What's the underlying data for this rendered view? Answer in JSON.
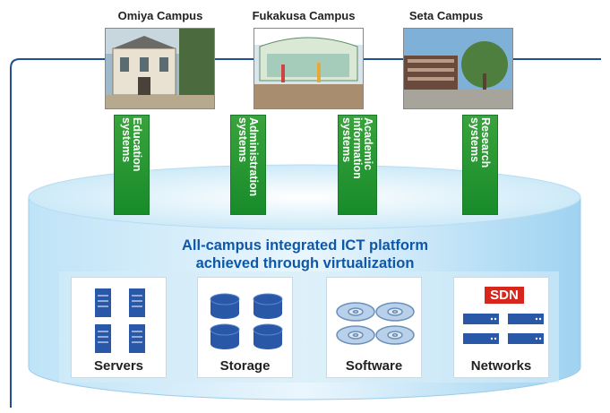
{
  "campuses": [
    {
      "name": "Omiya Campus"
    },
    {
      "name": "Fukakusa Campus"
    },
    {
      "name": "Seta Campus"
    }
  ],
  "systems": [
    {
      "label": "Education\nsystems"
    },
    {
      "label": "Administration\nsystems"
    },
    {
      "label": "Academic\ninformation\nsystems"
    },
    {
      "label": "Research\nsystems"
    }
  ],
  "platform": {
    "title_line1": "All-campus integrated ICT platform",
    "title_line2": "achieved through virtualization"
  },
  "resources": [
    {
      "name": "Servers",
      "icon": "server-icon"
    },
    {
      "name": "Storage",
      "icon": "storage-icon"
    },
    {
      "name": "Software",
      "icon": "disc-icon"
    },
    {
      "name": "Networks",
      "icon": "network-switch-icon",
      "badge": "SDN"
    }
  ],
  "colors": {
    "accent_blue": "#0f58a8",
    "system_green": "#1f9430",
    "sdn_red": "#d7261c",
    "cylinder_light": "#dff0fb",
    "cylinder_mid": "#8ccbee"
  }
}
